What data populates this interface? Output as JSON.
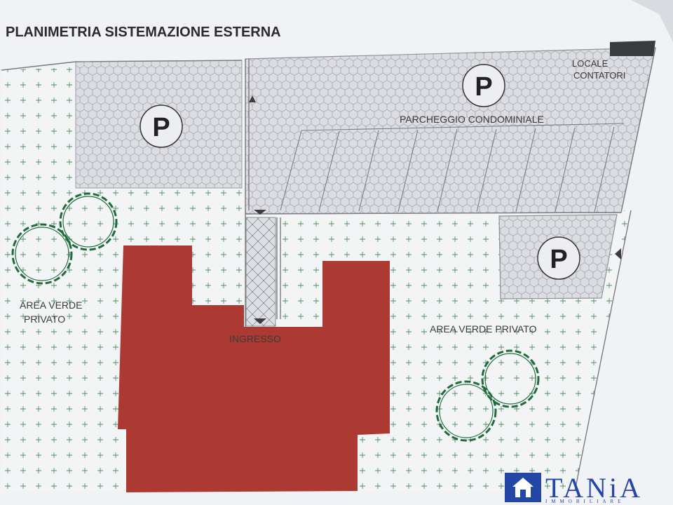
{
  "title": "PLANIMETRIA SISTEMAZIONE ESTERNA",
  "labels": {
    "locale_contatori_1": "LOCALE",
    "locale_contatori_2": "CONTATORI",
    "parcheggio": "PARCHEGGIO CONDOMINIALE",
    "area_verde_left_1": "AREA VERDE",
    "area_verde_left_2": "PRIVATO",
    "area_verde_right": "AREA VERDE PRIVATO",
    "ingresso": "INGRESSO"
  },
  "parking_symbol": "P",
  "logo": {
    "name": "TANiA",
    "subtitle": "IMMOBILIARE",
    "icon": "house-icon"
  },
  "colors": {
    "building": "#ad3a32",
    "green_area": "#f3f4f6",
    "paving": "#dcdde2",
    "trees": "#1f6b3a",
    "logo": "#2447a6"
  }
}
